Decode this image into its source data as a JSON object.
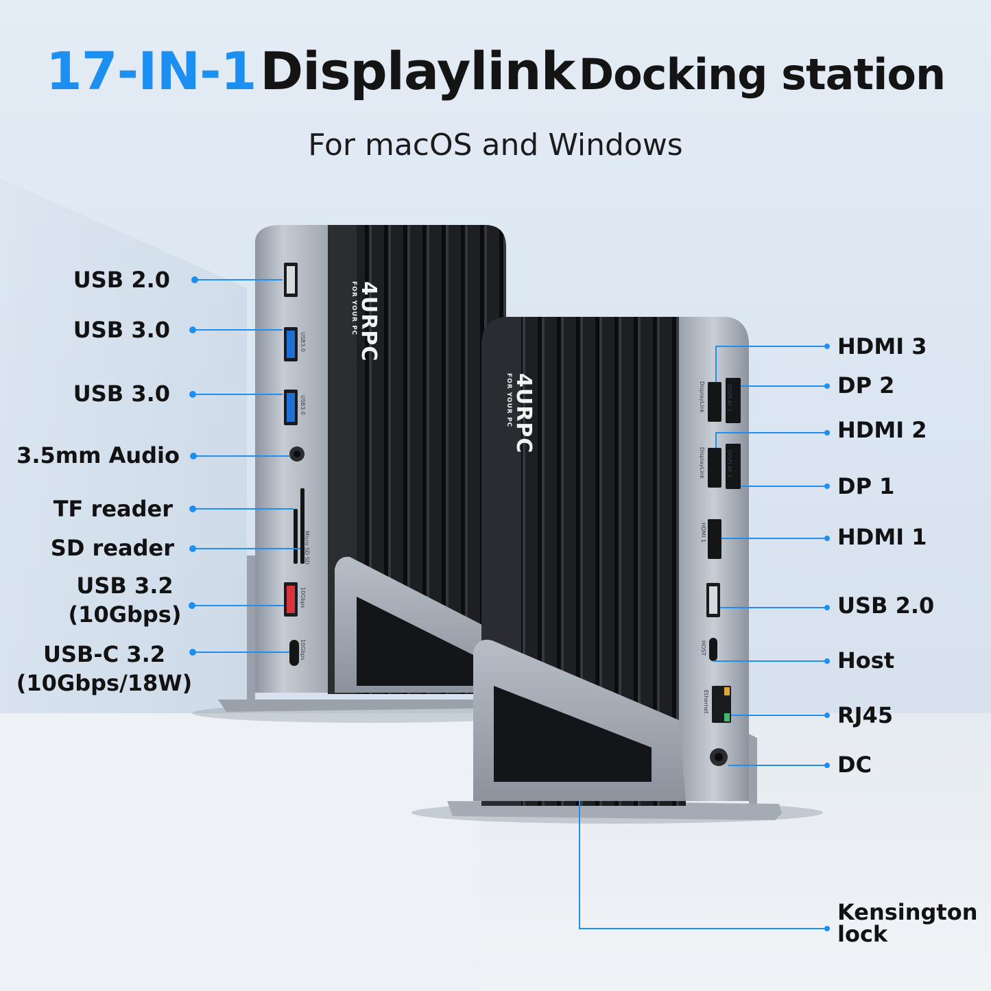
{
  "title": {
    "count": "17-IN-1",
    "product": "Displaylink",
    "rest": "Docking station"
  },
  "subtitle": "For macOS and Windows",
  "colors": {
    "accent": "#1d8ff0",
    "text": "#121212",
    "callout_line": "#1d8ff0"
  },
  "left_labels": [
    {
      "lines": [
        "USB 2.0"
      ],
      "align": "right"
    },
    {
      "lines": [
        "USB 3.0"
      ],
      "align": "right"
    },
    {
      "lines": [
        "USB 3.0"
      ],
      "align": "right"
    },
    {
      "lines": [
        "3.5mm Audio"
      ],
      "align": "right"
    },
    {
      "lines": [
        "TF reader"
      ],
      "align": "right"
    },
    {
      "lines": [
        "SD reader"
      ],
      "align": "right"
    },
    {
      "lines": [
        "USB 3.2",
        "(10Gbps)"
      ],
      "align": "center"
    },
    {
      "lines": [
        "USB-C 3.2",
        "(10Gbps/18W)"
      ],
      "align": "center"
    }
  ],
  "right_labels": [
    {
      "lines": [
        "HDMI 3"
      ]
    },
    {
      "lines": [
        "DP 2"
      ]
    },
    {
      "lines": [
        "HDMI 2"
      ]
    },
    {
      "lines": [
        "DP 1"
      ]
    },
    {
      "lines": [
        "HDMI 1"
      ]
    },
    {
      "lines": [
        "USB 2.0"
      ]
    },
    {
      "lines": [
        "Host"
      ]
    },
    {
      "lines": [
        "RJ45"
      ]
    },
    {
      "lines": [
        "DC"
      ]
    },
    {
      "lines": [
        "Kensington",
        "lock"
      ]
    }
  ],
  "brand": {
    "logo": "4URPC",
    "tagline": "FOR YOUR PC"
  },
  "port_markings": {
    "left_usb3": "USB3.0",
    "left_sd": "Micro SD  SD",
    "left_10g": "10Gbps",
    "right_display1": "DISPLAY 1",
    "right_display2": "DISPLAY 2",
    "right_dl": "DisplayLink",
    "right_hdmi": "HDMI 1",
    "right_host": "HOST",
    "right_eth": "Ethernet"
  }
}
